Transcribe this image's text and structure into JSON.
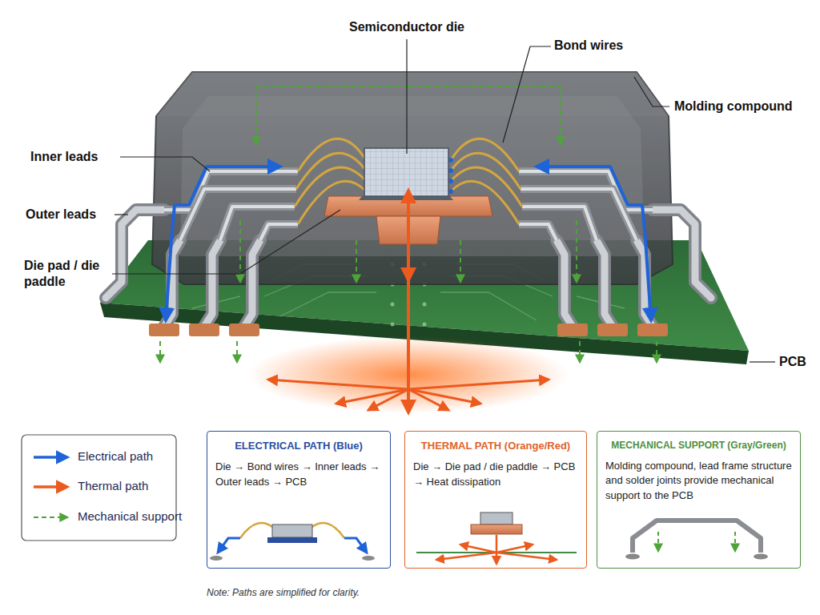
{
  "diagram": {
    "nodes": [
      {
        "text": [
          "ELECTRICAL PATH (Blue)",
          "Die → Bond wires → Inner leads → Outer leads → PCB"
        ]
      },
      {
        "text": [
          "THERMAL PATH (Orange/Red)",
          "Die → Die pad / die paddle → PCB → Heat dissipation"
        ]
      },
      {
        "text": [
          "MECHANICAL SUPPORT (Gray/Green)",
          "Molding compound, lead frame structure and solder joints provide mechanical support to the PCB"
        ]
      }
    ],
    "labels": [
      "Semiconductor die",
      "Bond wires",
      "Molding compound",
      "Inner leads",
      "Outer leads",
      "Die pad / die paddle",
      "PCB",
      "Note: Paths are simplified for clarity."
    ],
    "legend": [
      {
        "text": "Electrical path"
      },
      {
        "text": "Thermal path"
      },
      {
        "text": "Mechanical support"
      }
    ]
  }
}
